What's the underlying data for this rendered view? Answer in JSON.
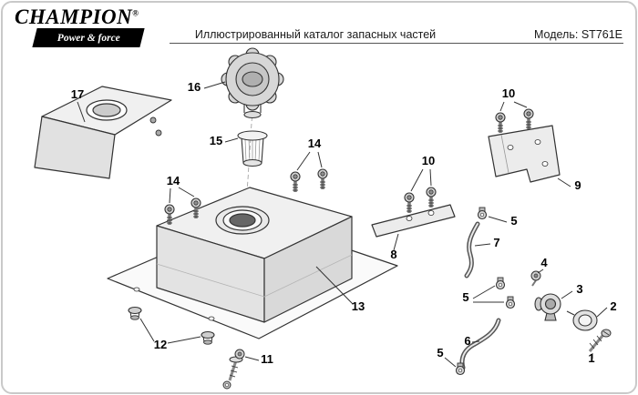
{
  "brand": {
    "name": "CHAMPION",
    "registered_mark": "®",
    "tagline": "Power & force"
  },
  "header": {
    "title": "Иллюстрированный каталог запасных частей",
    "model_label": "Модель:",
    "model_value": "ST761E"
  },
  "diagram": {
    "callouts": [
      {
        "label": "17"
      },
      {
        "label": "16"
      },
      {
        "label": "15"
      },
      {
        "label": "14"
      },
      {
        "label": "14"
      },
      {
        "label": "10"
      },
      {
        "label": "10"
      },
      {
        "label": "9"
      },
      {
        "label": "8"
      },
      {
        "label": "5"
      },
      {
        "label": "7"
      },
      {
        "label": "4"
      },
      {
        "label": "3"
      },
      {
        "label": "5"
      },
      {
        "label": "2"
      },
      {
        "label": "13"
      },
      {
        "label": "12"
      },
      {
        "label": "11"
      },
      {
        "label": "6"
      },
      {
        "label": "5"
      },
      {
        "label": "1"
      }
    ]
  }
}
